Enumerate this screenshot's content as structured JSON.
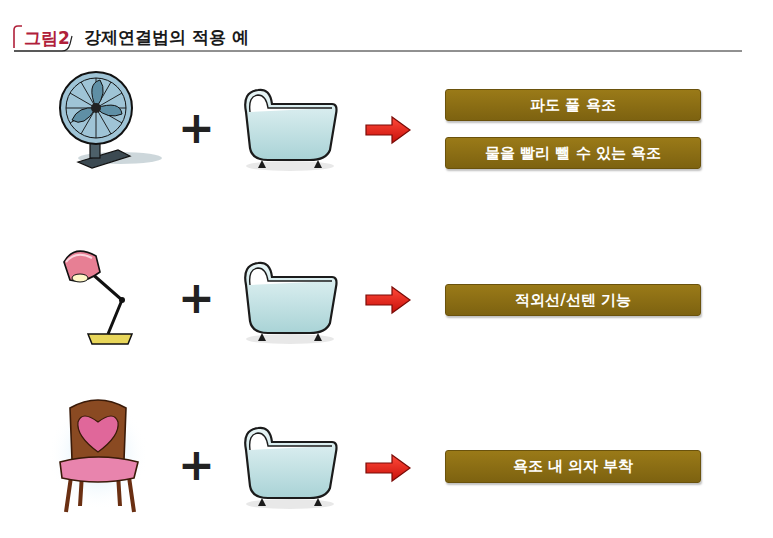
{
  "diagram": {
    "title": "강제연결법의 적용 예",
    "nodes": [
      {
        "text": [
          "파도 풀 욕조"
        ]
      },
      {
        "text": [
          "물을 빨리 뺄 수 있는 욕조"
        ]
      },
      {
        "text": [
          "적외선/선텐 기능"
        ]
      },
      {
        "text": [
          "욕조 내 의자 부착"
        ]
      }
    ],
    "labels": [
      "그림2",
      "+",
      "+",
      "+"
    ]
  }
}
